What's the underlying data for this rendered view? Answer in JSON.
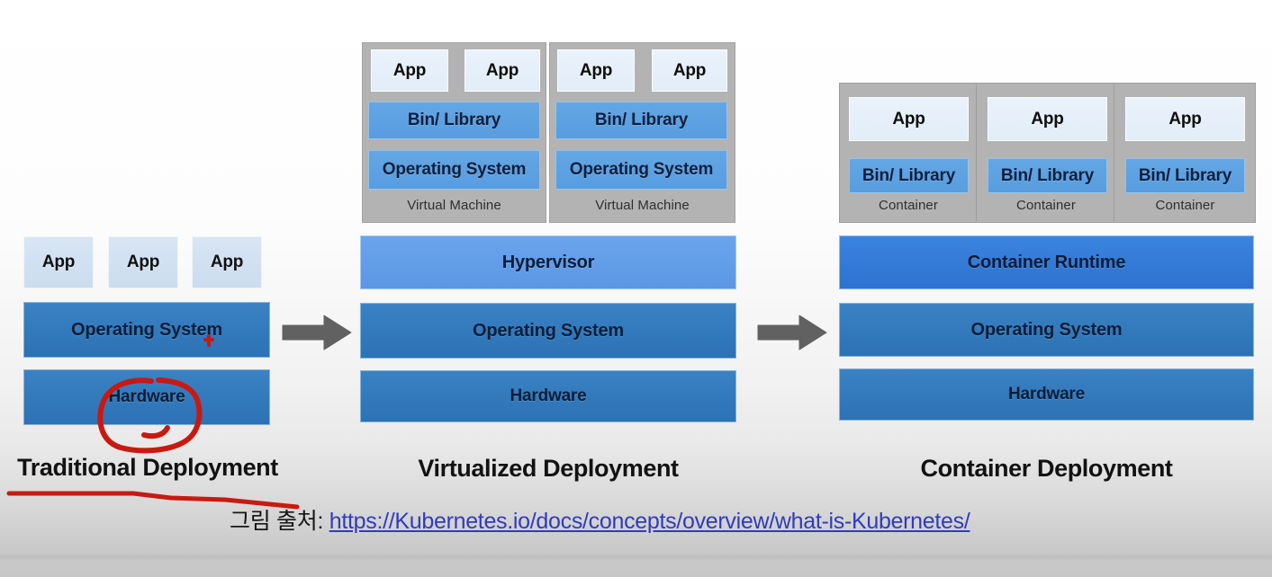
{
  "slide": {
    "title_hidden": "",
    "background_color": "#f4f4f4",
    "accent_blue": "#2c72b4",
    "annotation_red": "#c81a10",
    "link_color": "#2f3bbf"
  },
  "sections": [
    {
      "id": "traditional",
      "caption": "Traditional Deployment",
      "apps": [
        "App",
        "App",
        "App"
      ],
      "stack": [
        {
          "label": "Operating System",
          "style": "deep-blue"
        },
        {
          "label": "Hardware",
          "style": "deep-blue"
        }
      ]
    },
    {
      "id": "virtualized",
      "caption": "Virtualized Deployment",
      "vms": [
        {
          "frame_label": "Virtual Machine",
          "apps": [
            "App",
            "App"
          ],
          "layers": [
            "Bin/ Library",
            "Operating System"
          ]
        },
        {
          "frame_label": "Virtual Machine",
          "apps": [
            "App",
            "App"
          ],
          "layers": [
            "Bin/ Library",
            "Operating System"
          ]
        }
      ],
      "stack": [
        {
          "label": "Hypervisor",
          "style": "light-blue"
        },
        {
          "label": "Operating System",
          "style": "deep-blue"
        },
        {
          "label": "Hardware",
          "style": "deep-blue"
        }
      ]
    },
    {
      "id": "container",
      "caption": "Container Deployment",
      "containers": [
        {
          "frame_label": "Container",
          "app": "App",
          "layer": "Bin/ Library"
        },
        {
          "frame_label": "Container",
          "app": "App",
          "layer": "Bin/ Library"
        },
        {
          "frame_label": "Container",
          "app": "App",
          "layer": "Bin/ Library"
        }
      ],
      "stack": [
        {
          "label": "Container Runtime",
          "style": "runtime-blue"
        },
        {
          "label": "Operating System",
          "style": "deep-blue"
        },
        {
          "label": "Hardware",
          "style": "deep-blue"
        }
      ]
    }
  ],
  "arrows": [
    {
      "name": "arrow-traditional-to-virtualized",
      "direction": "right"
    },
    {
      "name": "arrow-virtualized-to-container",
      "direction": "right"
    }
  ],
  "source": {
    "prefix": "그림 출처: ",
    "url_text": "https://Kubernetes.io/docs/concepts/overview/what-is-Kubernetes/"
  },
  "annotations": [
    {
      "name": "red-circle-hardware",
      "type": "circle",
      "target": "Hardware"
    },
    {
      "name": "red-mark-operating-system",
      "type": "scribble",
      "target": "Operating System"
    },
    {
      "name": "red-underline-traditional",
      "type": "line",
      "target": "Traditional Deployment"
    }
  ]
}
